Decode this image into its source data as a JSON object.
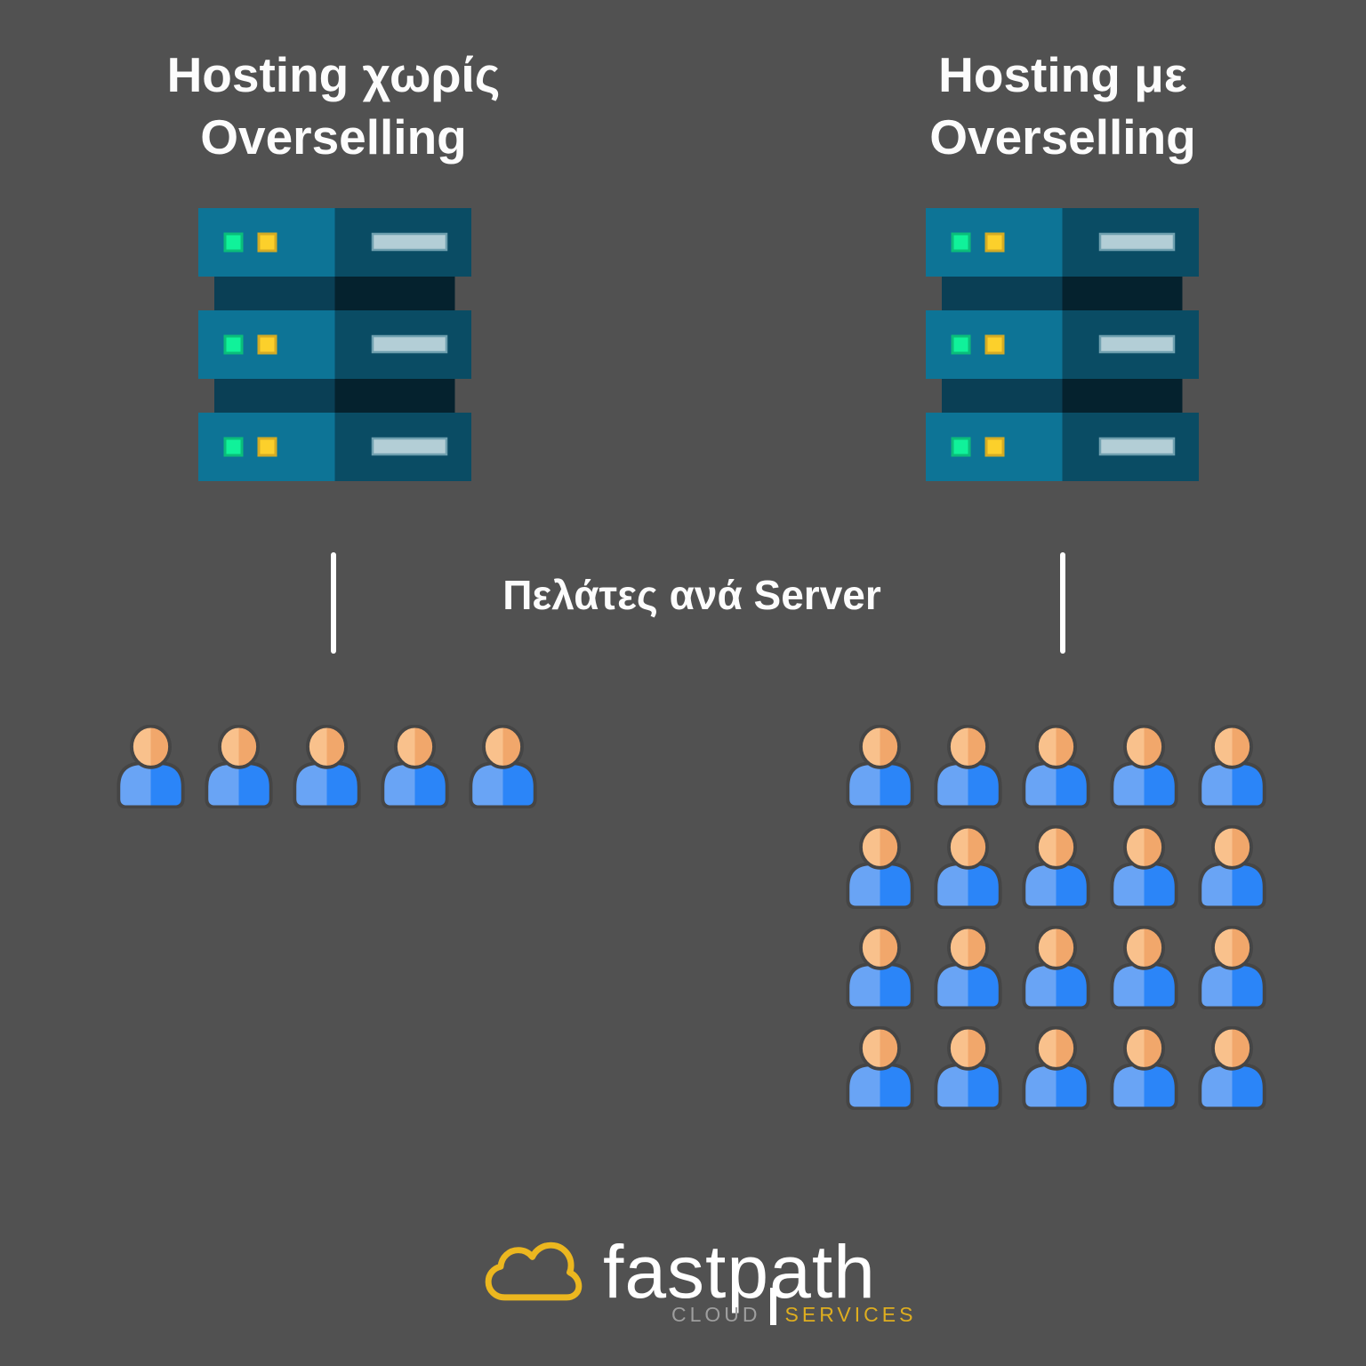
{
  "left_panel": {
    "title_line1": "Hosting χωρίς",
    "title_line2": "Overselling",
    "customers_count": 5
  },
  "right_panel": {
    "title_line1": "Hosting με",
    "title_line2": "Overselling",
    "customers_count": 20
  },
  "center_label": "Πελάτες ανά Server",
  "people_grid_columns": 5,
  "logo": {
    "brand": "fastpath",
    "tagline_left": "CLOUD",
    "tagline_right": "SERVICES"
  },
  "colors": {
    "background": "#515151",
    "title_text": "#fcfcfc",
    "line_color": "#ffffff",
    "person_skin_left": "#f9c18c",
    "person_skin_right": "#f1a76b",
    "person_body_left": "#69a4f5",
    "person_body_right": "#2b85f8",
    "person_outline": "#454545",
    "server_front_left": "#0d7496",
    "server_front_right": "#0a4c64",
    "server_gap_left": "#0a3f55",
    "server_gap_right": "#05222e",
    "led_green": "#10f29a",
    "led_green_border": "#0bbd7b",
    "led_yellow": "#fcd02b",
    "led_yellow_border": "#d4ab24",
    "server_bar": "#b3ced6",
    "server_bar_border": "#6fa0af",
    "logo_cloud": "#ecb71f",
    "logo_brand": "#ffffff",
    "logo_cloud_text": "#9e9e9e",
    "logo_services_text": "#dfae1f"
  }
}
